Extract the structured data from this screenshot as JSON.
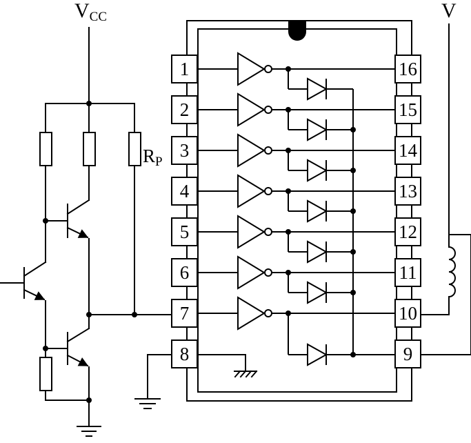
{
  "supply": {
    "name": "V",
    "subscript": "CC"
  },
  "pullup_resistor": {
    "name": "R",
    "subscript": "P"
  },
  "load_supply": "V",
  "chip": {
    "left_pins": [
      "1",
      "2",
      "3",
      "4",
      "5",
      "6",
      "7",
      "8"
    ],
    "right_pins": [
      "16",
      "15",
      "14",
      "13",
      "12",
      "11",
      "10",
      "9"
    ]
  }
}
